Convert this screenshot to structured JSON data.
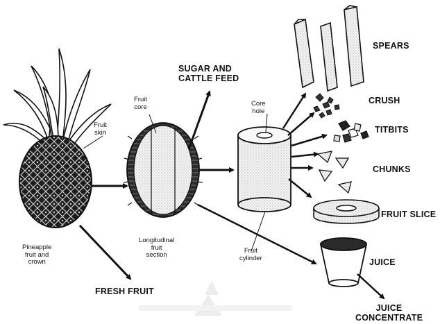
{
  "diagram": {
    "products": {
      "spears": "SPEARS",
      "crush": "CRUSH",
      "titbits": "TITBITS",
      "chunks": "CHUNKS",
      "fruit_slice": "FRUIT SLICE",
      "juice": "JUICE",
      "juice_concentrate": "JUICE\nCONCENTRATE",
      "sugar_cattle_feed": "SUGAR AND\nCATTLE FEED",
      "fresh_fruit": "FRESH FRUIT"
    },
    "parts": {
      "fruit_skin": "Fruit\nskin",
      "fruit_core": "Fruit\ncore",
      "core_hole": "Core\nhole",
      "pineapple": "Pineapple\nfruit and\ncrown",
      "longitudinal_section": "Longitudinal\nfruit\nsection",
      "fruit_cylinder": "Fruit\ncylinder"
    }
  },
  "colors": {
    "ink": "#111111",
    "fill_light": "#efefef",
    "fill_dark": "#2a2a2a"
  }
}
